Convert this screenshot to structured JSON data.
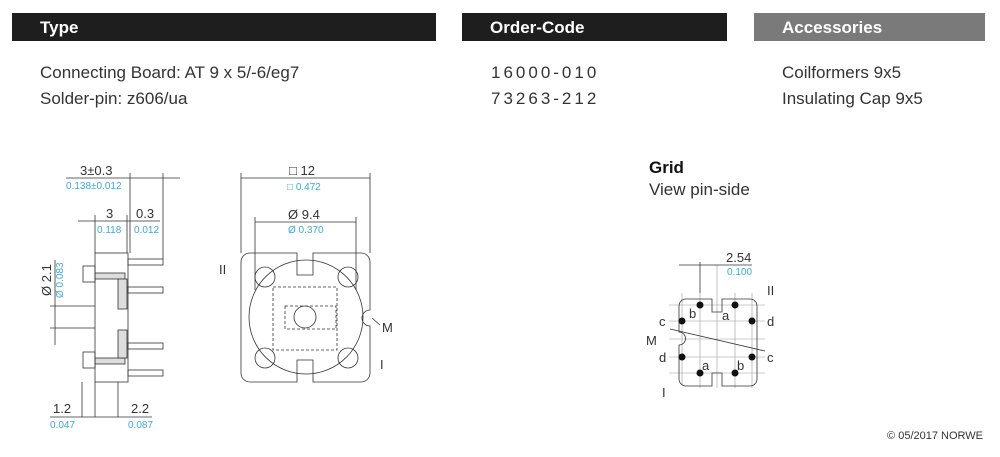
{
  "headers": {
    "type": "Type",
    "order_code": "Order-Code",
    "accessories": "Accessories"
  },
  "colors": {
    "header_dark": "#1e1e1e",
    "header_gray": "#7a7a7a",
    "inch": "#3aa9e0"
  },
  "rows": [
    {
      "type": "Connecting Board: AT 9 x 5/-6/eg7",
      "code": "16000-010",
      "accessory": "Coilformers 9x5"
    },
    {
      "type": "Solder-pin: z606/ua",
      "code": "73263-212",
      "accessory": "Insulating Cap 9x5"
    }
  ],
  "grid": {
    "title": "Grid",
    "subtitle": "View pin-side",
    "pitch_mm": "2.54",
    "pitch_in": "0.100",
    "labels": {
      "b1": "b",
      "a1": "a",
      "c1": "c",
      "d1": "d",
      "m": "M",
      "d2": "d",
      "c2": "c",
      "a2": "a",
      "b2": "b",
      "roman2": "II",
      "roman1": "I"
    }
  },
  "side_view": {
    "d1_mm": "3±0.3",
    "d1_in": "0.138±0.012",
    "d2_mm": "3",
    "d2_in": "0.118",
    "d3_mm": "0.3",
    "d3_in": "0.012",
    "dia_mm": "Ø 2.1",
    "dia_in": "Ø 0.083",
    "d4_mm": "1.2",
    "d4_in": "0.047",
    "d5_mm": "2.2",
    "d5_in": "0.087"
  },
  "front_view": {
    "sq_mm": "□ 12",
    "sq_in": "□ 0.472",
    "dia_mm": "Ø 9.4",
    "dia_in": "Ø 0.370",
    "roman2": "II",
    "roman1": "I",
    "m": "M"
  },
  "footer": "© 05/2017 NORWE"
}
